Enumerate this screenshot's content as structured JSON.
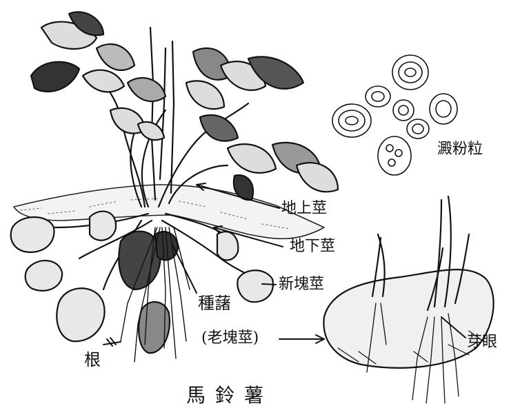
{
  "labels": {
    "starch_grains": "澱粉粒",
    "aerial_stem": "地上莖",
    "underground_stem": "地下莖",
    "new_tuber": "新塊莖",
    "seed_tuber_line1": "種藷",
    "seed_tuber_line2": "(老塊莖)",
    "root": "根",
    "eye_bud": "芽眼"
  },
  "title": "馬鈴薯"
}
